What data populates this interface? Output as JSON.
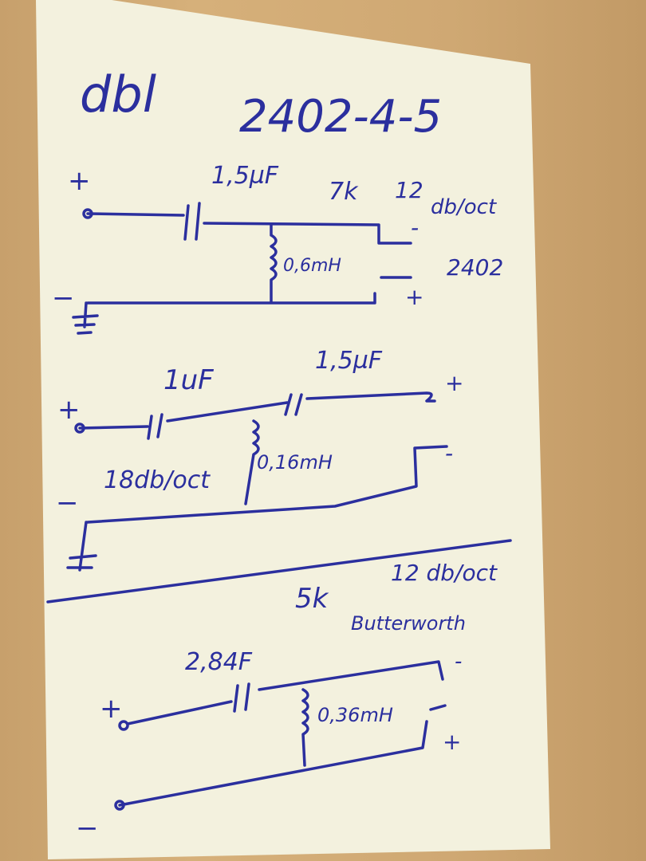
{
  "header": {
    "brand": "dbl",
    "model": "2402-4-5"
  },
  "circuit1": {
    "plus": "+",
    "minus": "−",
    "cap": "1,5µF",
    "freq": "7k",
    "slope_num": "12",
    "slope_unit": "db/oct",
    "inductor": "0,6mH",
    "driver": "2402",
    "out_minus": "-",
    "out_plus": "+"
  },
  "circuit2": {
    "plus": "+",
    "minus": "−",
    "cap1": "1uF",
    "cap2": "1,5µF",
    "slope": "18db/oct",
    "inductor": "0,16mH",
    "out_plus": "+",
    "out_minus": "-"
  },
  "circuit3": {
    "freq": "5k",
    "slope": "12 db/oct",
    "type": "Butterworth",
    "cap": "2,84F",
    "inductor": "0,36mH",
    "plus": "+",
    "minus": "−",
    "out_minus": "-",
    "out_plus": "+"
  },
  "colors": {
    "ink": "#2b2f9e",
    "paper": "#f3f1de",
    "wood": "#cfa873"
  }
}
